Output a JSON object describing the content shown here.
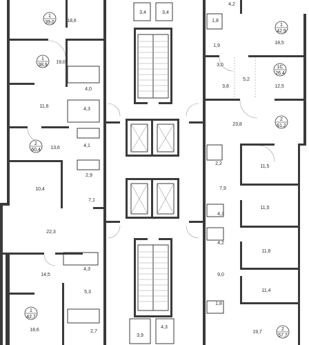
{
  "room_areas": [
    "18,6",
    "19,0",
    "4,0",
    "11,6",
    "4,3",
    "13,6",
    "4,1",
    "2,9",
    "10,4",
    "7,1",
    "22,3",
    "14,5",
    "4,3",
    "5,3",
    "18,6",
    "2,7",
    "3,4",
    "3,4",
    "3,9",
    "4,3",
    "4,2",
    "1,8",
    "18,5",
    "1,9",
    "3,0",
    "5,2",
    "3,8",
    "12,5",
    "23,8",
    "2,2",
    "11,5",
    "7,9",
    "11,5",
    "4,3",
    "4,2",
    "11,6",
    "9,0",
    "11,4",
    "1,8",
    "19,7"
  ],
  "apartments": [
    {
      "rooms": "1",
      "area": "39,0"
    },
    {
      "rooms": "1",
      "area": "38,9"
    },
    {
      "rooms": "2",
      "area": "60,4"
    },
    {
      "rooms": "1",
      "area": "42,7"
    },
    {
      "rooms": "1",
      "area": "42,9"
    },
    {
      "rooms": "1С",
      "area": "26,4"
    },
    {
      "rooms": "2",
      "area": "61,2"
    },
    {
      "rooms": "2",
      "area": "57,7"
    }
  ]
}
